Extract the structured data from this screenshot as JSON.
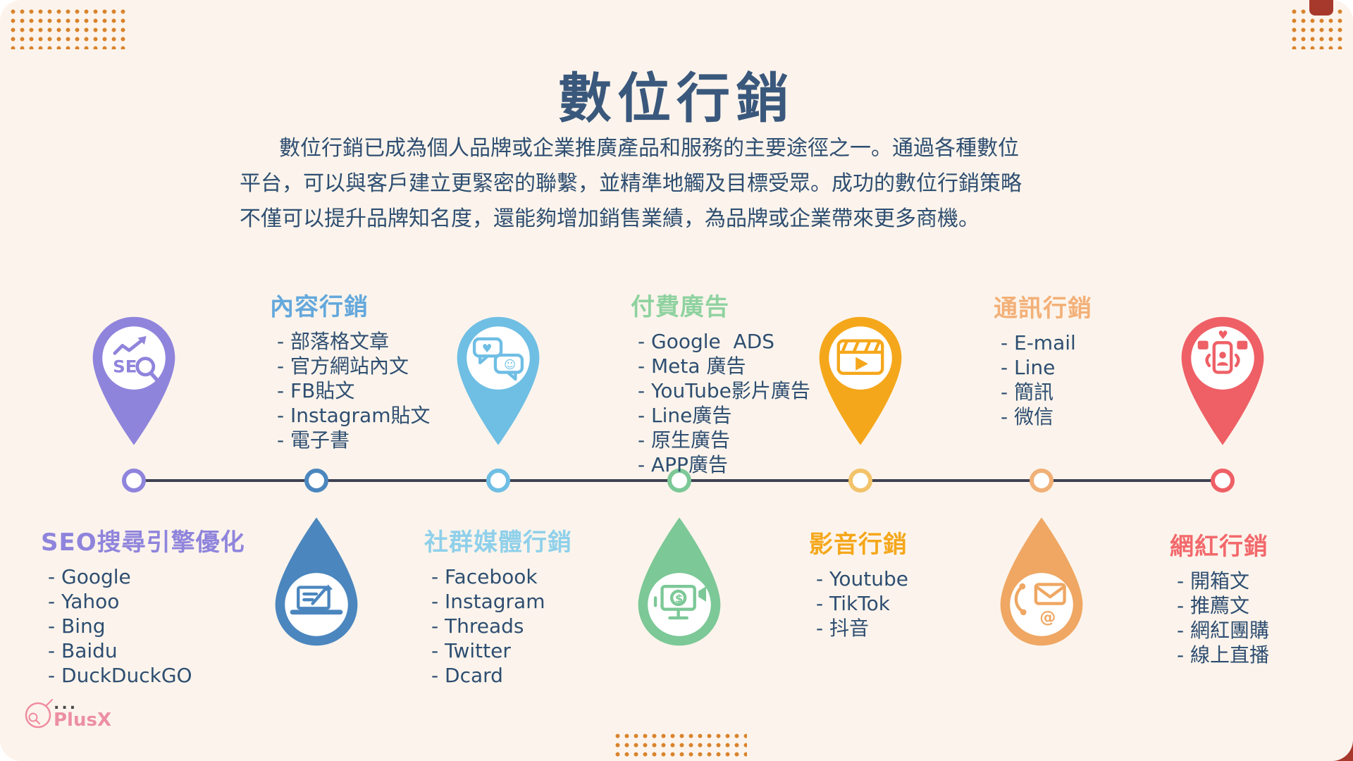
{
  "header": {
    "title": "數位行銷",
    "intro_lines": [
      "數位行銷已成為個人品牌或企業推廣產品和服務的主要途徑之一。通過各種數位",
      "平台，可以與客戶建立更緊密的聯繫，並精準地觸及目標受眾。成功的數位行銷策略",
      "不僅可以提升品牌知名度，還能夠增加銷售業績，為品牌或企業帶來更多商機。"
    ]
  },
  "colors": {
    "background": "#FCF4EC",
    "title_text": "#3A587C",
    "body_text": "#2E4E71",
    "timeline_line": "#3F4254",
    "dot_grid": "#D9832C",
    "corner_accent": "#A6392B"
  },
  "categories": [
    {
      "title": "SEO搜尋引擎優化",
      "color": "#8F84DC",
      "pin_color": "#8F84DC",
      "node_color": "#8F84DC",
      "icon": "seo-magnifier-icon",
      "pin_side": "above",
      "items": [
        "Google",
        "Yahoo",
        "Bing",
        "Baidu",
        "DuckDuckGO"
      ]
    },
    {
      "title": "內容行銷",
      "color": "#64A8DC",
      "pin_color": "#4B86BE",
      "node_color": "#4B86BE",
      "icon": "laptop-writing-icon",
      "pin_side": "below",
      "items": [
        "部落格文章",
        "官方網站內文",
        "FB貼文",
        "Instagram貼文",
        "電子書"
      ]
    },
    {
      "title": "社群媒體行銷",
      "color": "#8FD0EA",
      "pin_color": "#6FBEE4",
      "node_color": "#6FBEE4",
      "icon": "chat-bubbles-icon",
      "pin_side": "above",
      "items": [
        "Facebook",
        "Instagram",
        "Threads",
        "Twitter",
        "Dcard"
      ]
    },
    {
      "title": "付費廣告",
      "color": "#8FD2A0",
      "pin_color": "#7CC897",
      "node_color": "#7CC897",
      "icon": "ads-monitor-icon",
      "pin_side": "below",
      "items": [
        "Google  ADS",
        "Meta 廣告",
        "YouTube影片廣告",
        "Line廣告",
        "原生廣告",
        "APP廣告"
      ]
    },
    {
      "title": "影音行銷",
      "color": "#F5A71B",
      "pin_color": "#F5A71B",
      "node_color": "#F2C36B",
      "icon": "video-clapperboard-icon",
      "pin_side": "above",
      "items": [
        "Youtube",
        "TikTok",
        "抖音"
      ]
    },
    {
      "title": "通訊行銷",
      "color": "#F3B078",
      "pin_color": "#EFA763",
      "node_color": "#F0B077",
      "icon": "phone-mail-icon",
      "pin_side": "below",
      "items": [
        "E-mail",
        "Line",
        "簡訊",
        "微信"
      ]
    },
    {
      "title": "網紅行銷",
      "color": "#F2696C",
      "pin_color": "#EE6066",
      "node_color": "#EE6066",
      "icon": "influencer-phone-icon",
      "pin_side": "above",
      "items": [
        "開箱文",
        "推薦文",
        "網紅團購",
        "線上直播"
      ]
    }
  ],
  "logo": {
    "dots": "...",
    "text": "PlusX"
  }
}
